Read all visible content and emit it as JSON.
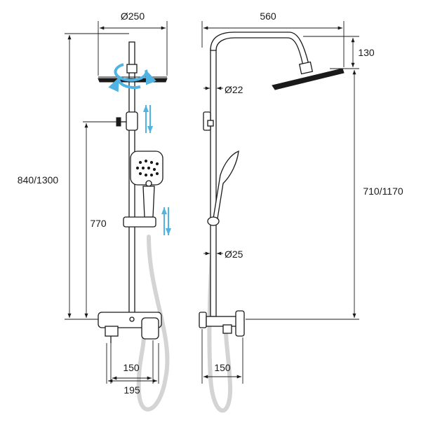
{
  "labels": {
    "head_diameter": "Ø250",
    "arm_length": "560",
    "head_drop": "130",
    "pipe_upper_diameter": "Ø22",
    "total_height": "840/1300",
    "slider_height": "770",
    "head_height": "710/1170",
    "pipe_lower_diameter": "Ø25",
    "valve_centres_front": "150",
    "valve_width_front": "195",
    "valve_centres_side": "150"
  },
  "colors": {
    "line": "#1a1a1a",
    "hose": "#d4d4d4",
    "accent_blue": "#4fb3e3"
  },
  "icons": {
    "rotation": "rotate-arrows-icon",
    "height_adjust": "vertical-adjust-arrows-icon"
  }
}
